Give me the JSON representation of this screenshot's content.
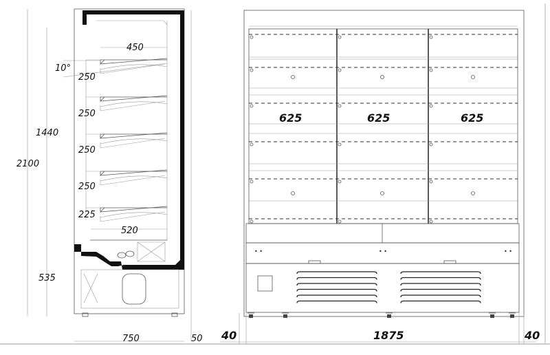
{
  "side_view": {
    "dimensions": {
      "shelf_depth": "450",
      "shelf_angle": "10°",
      "shelf_spacing": [
        "250",
        "250",
        "250",
        "250",
        "225"
      ],
      "base_shelf_depth": "520",
      "display_height": "1440",
      "total_height": "2100",
      "base_height": "535",
      "depth": "750",
      "rear_gap": "50"
    }
  },
  "front_view": {
    "dimensions": {
      "section_widths": [
        "625",
        "625",
        "625"
      ],
      "side_left": "40",
      "total_width": "1875",
      "side_right": "40"
    }
  }
}
